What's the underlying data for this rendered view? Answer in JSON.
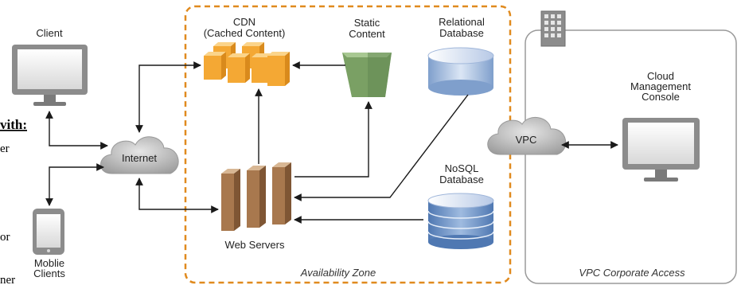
{
  "labels": {
    "client": "Client",
    "mobile_line1": "Moblie",
    "mobile_line2": "Clients",
    "internet": "Internet",
    "cdn_line1": "CDN",
    "cdn_line2": "(Cached Content)",
    "static_line1": "Static",
    "static_line2": "Content",
    "relational_line1": "Relational",
    "relational_line2": "Database",
    "nosql_line1": "NoSQL",
    "nosql_line2": "Database",
    "web_servers": "Web Servers",
    "availability_zone": "Availability Zone",
    "vpc": "VPC",
    "console_line1": "Cloud",
    "console_line2": "Management",
    "console_line3": "Console",
    "vpc_corporate": "VPC Corporate Access"
  },
  "cut_off_text": {
    "heading": "vith:",
    "line1": "er",
    "line2": "or",
    "line3": "ner"
  },
  "colors": {
    "availability_zone_border": "#e08a1e",
    "vpc_border": "#999999",
    "cdn_box": "#f4a834",
    "web_server": "#a8784e",
    "static_content": "#7aa064",
    "database": "#8fb0d8",
    "monitor": "#8c8c8c",
    "cloud": "#b4b4b4"
  }
}
